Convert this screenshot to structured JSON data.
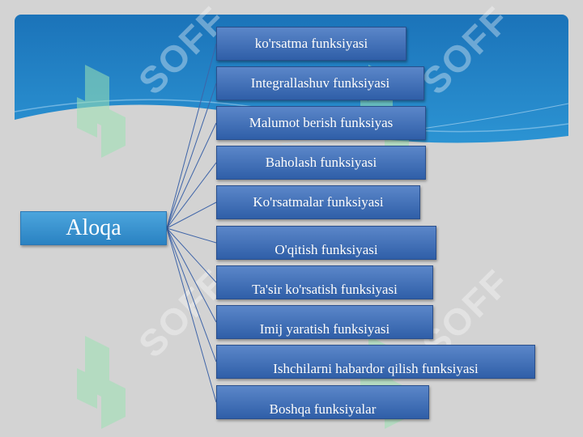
{
  "root": {
    "label": "Aloqa"
  },
  "items": [
    {
      "label": "ko'rsatma funksiyasi"
    },
    {
      "label": "Integrallashuv funksiyasi"
    },
    {
      "label": "Malumot berish funksiyas"
    },
    {
      "label": "Baholash funksiyasi"
    },
    {
      "label": "Ko'rsatmalar funksiyasi"
    },
    {
      "label": "O'qitish funksiyasi"
    },
    {
      "label": "Ta'sir ko'rsatish funksiyasi"
    },
    {
      "label": "Imij yaratish funksiyasi"
    },
    {
      "label": "Ishchilarni habardor qilish funksiyasi"
    },
    {
      "label": "Boshqa funksiyalar"
    }
  ],
  "watermark": {
    "text": "SOFF"
  },
  "colors": {
    "background": "#d3d3d3",
    "header": "#1f7fc4",
    "box": "#3d6cb5",
    "root_box": "#3593d1",
    "connector": "#3e64a8",
    "watermark": "#9be3b4"
  }
}
